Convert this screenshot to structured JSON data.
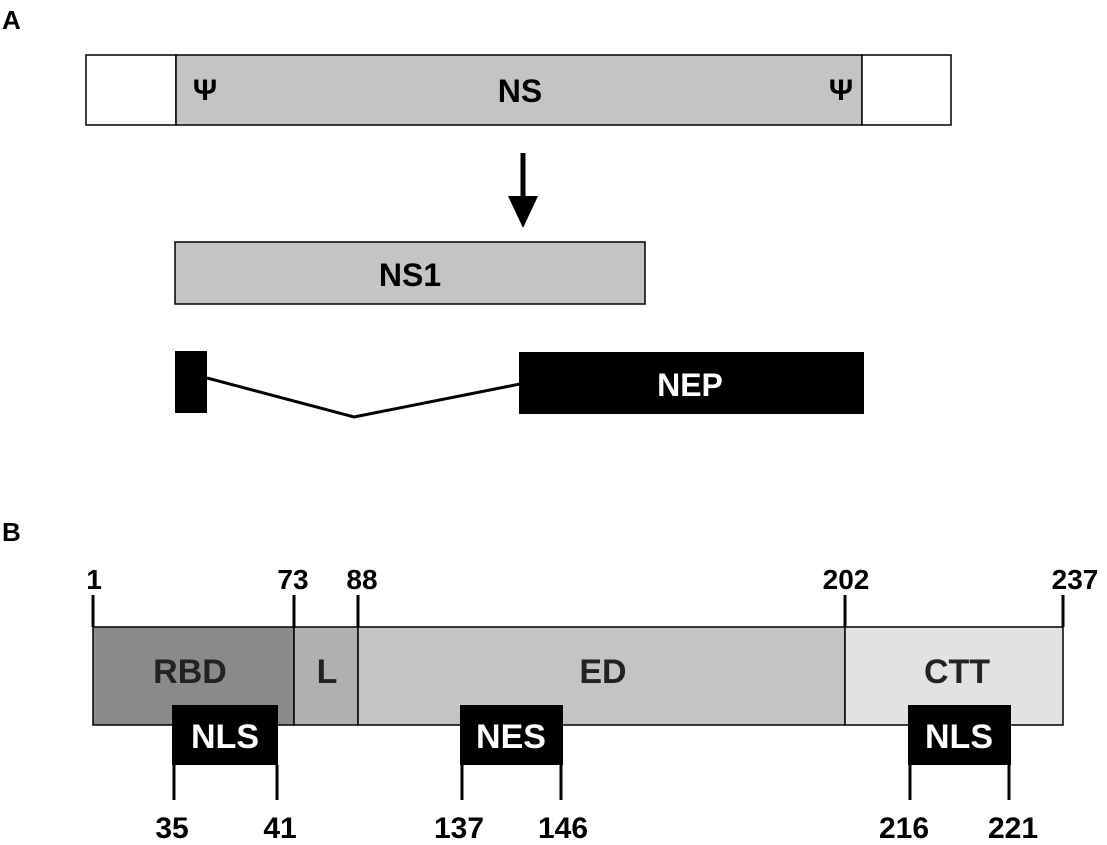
{
  "panel_a": {
    "label": "A",
    "ns_segment": {
      "label": "NS",
      "psi_left": "Ψ",
      "psi_right": "Ψ"
    },
    "ns1_segment": {
      "label": "NS1"
    },
    "nep_segment": {
      "label": "NEP"
    }
  },
  "panel_b": {
    "label": "B",
    "positions": {
      "start": "1",
      "rbd_end": "73",
      "linker_end": "88",
      "ed_end": "202",
      "end": "237"
    },
    "domains": {
      "rbd": "RBD",
      "linker": "L",
      "ed": "ED",
      "ctt": "CTT"
    },
    "signals": {
      "nls1": {
        "label": "NLS",
        "start": "35",
        "end": "41"
      },
      "nes": {
        "label": "NES",
        "start": "137",
        "end": "146"
      },
      "nls2": {
        "label": "NLS",
        "start": "216",
        "end": "221"
      }
    }
  },
  "colors": {
    "ns_fill": "#c4c4c4",
    "rbd_fill": "#8a8a8a",
    "linker_fill": "#b0b0b0",
    "ed_fill": "#c4c4c4",
    "ctt_fill": "#e2e2e2",
    "signal_fill": "#000000"
  }
}
